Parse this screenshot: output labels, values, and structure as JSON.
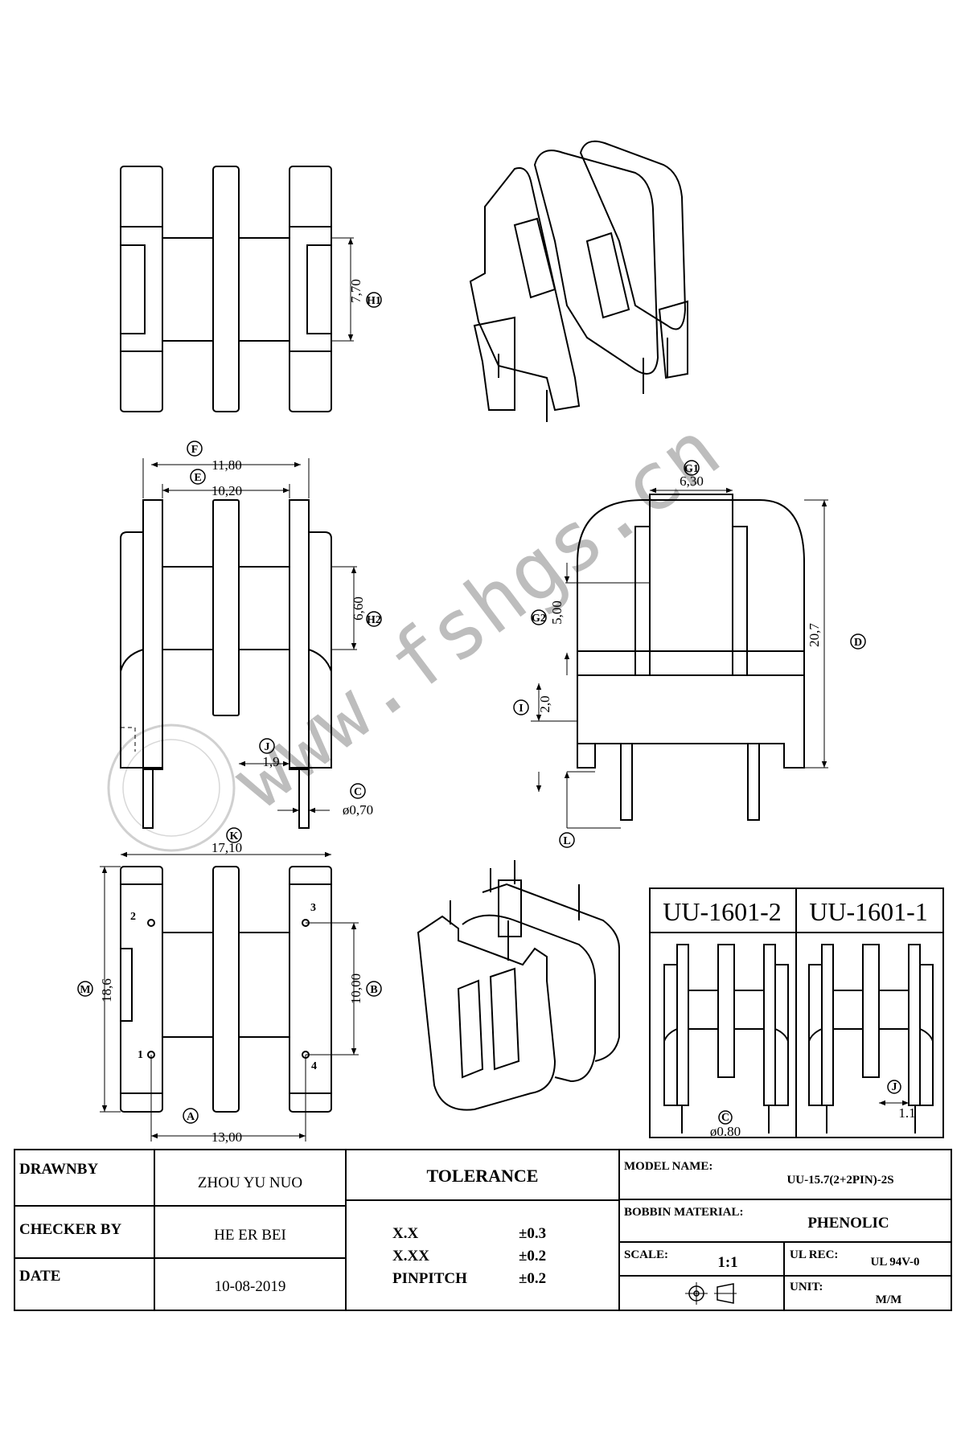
{
  "watermark": "www.fshgs.cn",
  "views": {
    "top": {
      "dims": [
        {
          "label": "H1",
          "value": "7,70"
        }
      ]
    },
    "front": {
      "dims": [
        {
          "label": "F",
          "value": "11,80"
        },
        {
          "label": "E",
          "value": "10,20"
        },
        {
          "label": "H2",
          "value": "6,60"
        },
        {
          "label": "J",
          "value": "1,9"
        },
        {
          "label": "C",
          "value": "ø0,70"
        }
      ]
    },
    "side": {
      "dims": [
        {
          "label": "G1",
          "value": "6,30"
        },
        {
          "label": "G2",
          "value": "5,00"
        },
        {
          "label": "D",
          "value": "20,7"
        },
        {
          "label": "I",
          "value": "2,0"
        },
        {
          "label": "L",
          "value": ""
        }
      ]
    },
    "bottom": {
      "dims": [
        {
          "label": "K",
          "value": "17,10"
        },
        {
          "label": "M",
          "value": "18,6"
        },
        {
          "label": "B",
          "value": "10,00"
        },
        {
          "label": "A",
          "value": "13,00"
        }
      ],
      "pins": [
        "1",
        "2",
        "3",
        "4"
      ]
    },
    "variants": [
      {
        "title": "UU-1601-2",
        "dim_label": "C",
        "dim_value": "ø0.80"
      },
      {
        "title": "UU-1601-1",
        "dim_label": "J",
        "dim_value": "1.1"
      }
    ]
  },
  "title_block": {
    "drawnby_label": "DRAWNBY",
    "drawnby_value": "ZHOU YU NUO",
    "checker_label": "CHECKER BY",
    "checker_value": "HE ER BEI",
    "date_label": "DATE",
    "date_value": "10-08-2019",
    "tolerance_label": "TOLERANCE",
    "tolerances": [
      {
        "key": "X.X",
        "value": "±0.3"
      },
      {
        "key": "X.XX",
        "value": "±0.2"
      },
      {
        "key": "PINPITCH",
        "value": "±0.2"
      }
    ],
    "model_label": "MODEL NAME:",
    "model_value": "UU-15.7(2+2PIN)-2S",
    "material_label": "BOBBIN MATERIAL:",
    "material_value": "PHENOLIC",
    "scale_label": "SCALE:",
    "scale_value": "1:1",
    "ul_label": "UL REC:",
    "ul_value": "UL 94V-0",
    "unit_label": "UNIT:",
    "unit_value": "M/M"
  }
}
